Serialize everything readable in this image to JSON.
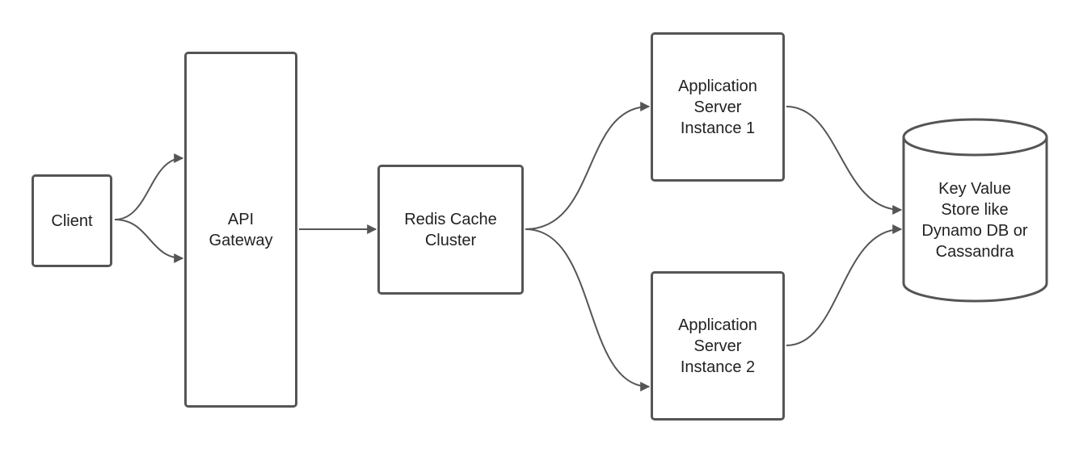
{
  "nodes": {
    "client": {
      "label": "Client"
    },
    "api_gateway": {
      "label": "API\nGateway"
    },
    "redis_cache": {
      "label": "Redis Cache\nCluster"
    },
    "app_server_1": {
      "label": "Application\nServer\nInstance 1"
    },
    "app_server_2": {
      "label": "Application\nServer\nInstance 2"
    },
    "key_value_store": {
      "label": "Key Value\nStore like\nDynamo DB or\nCassandra"
    }
  },
  "colors": {
    "stroke": "#555555",
    "text": "#222222",
    "background": "#ffffff"
  }
}
